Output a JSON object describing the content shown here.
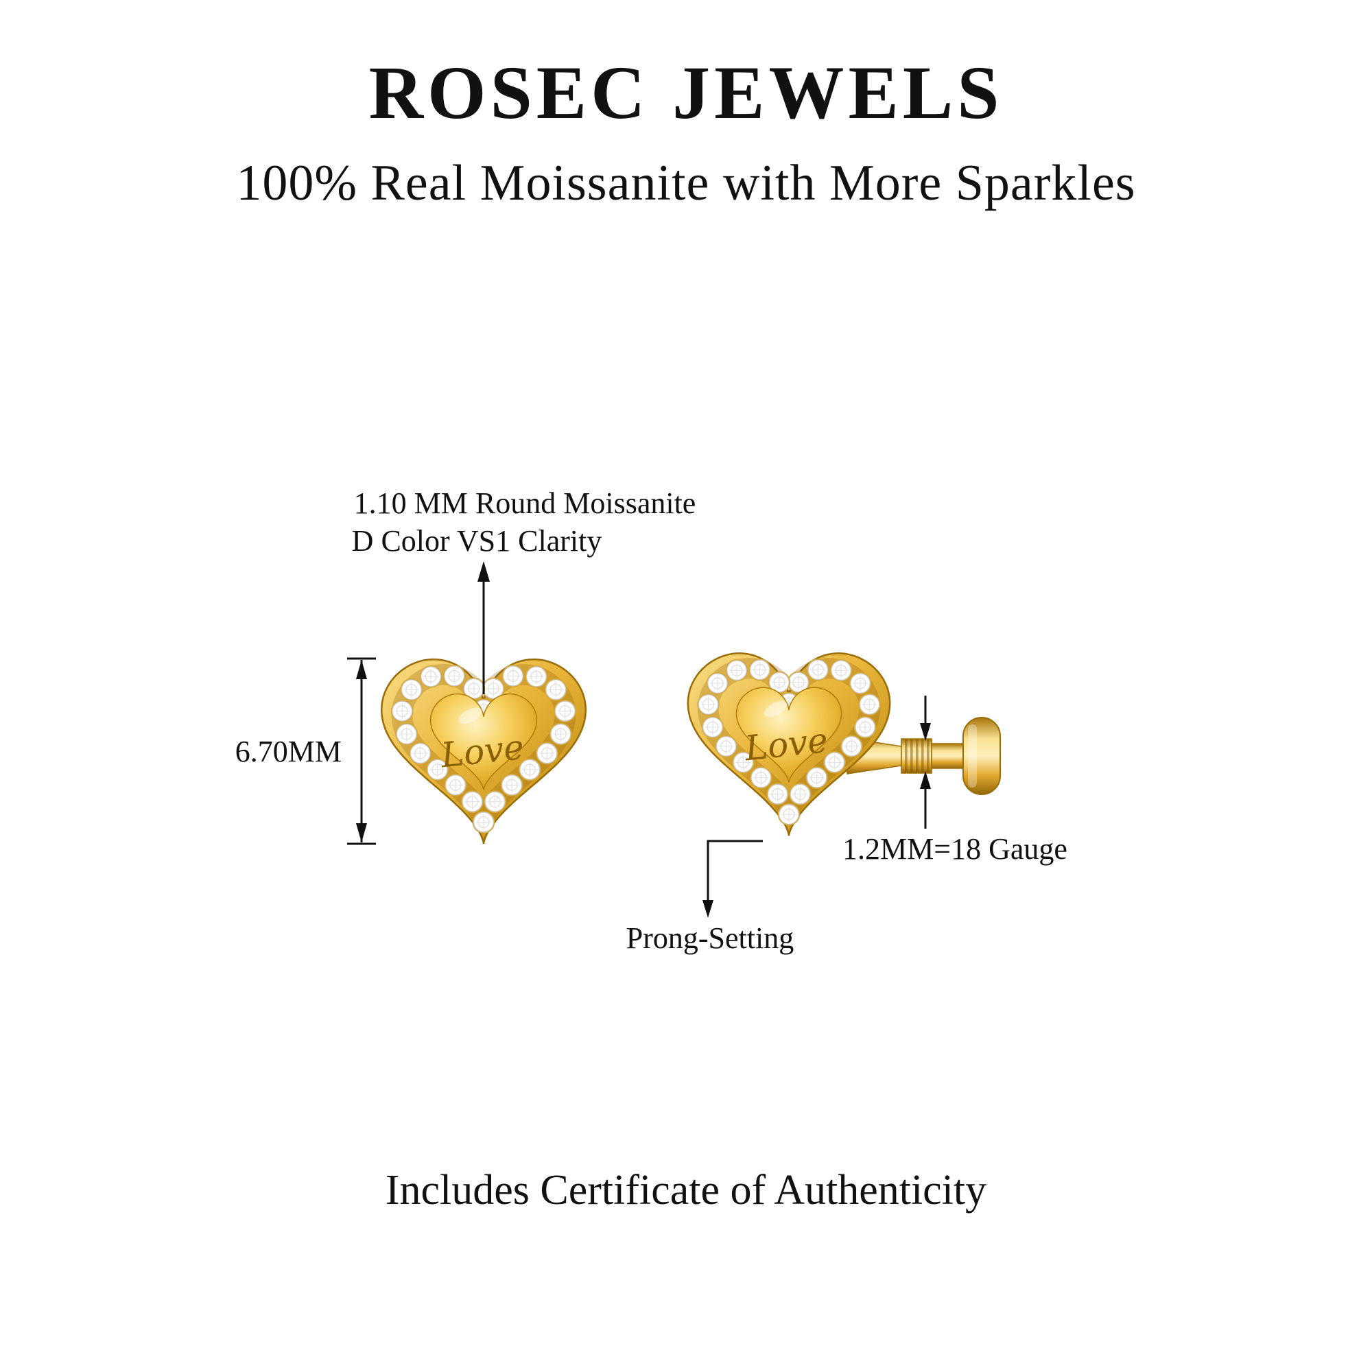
{
  "header": {
    "brand": "ROSEC JEWELS",
    "tagline": "100% Real Moissanite with More Sparkles"
  },
  "annotations": {
    "stone_line1": "1.10 MM Round Moissanite",
    "stone_line2": "D Color VS1 Clarity",
    "height_dimension": "6.70MM",
    "post_gauge": "1.2MM=18 Gauge",
    "setting": "Prong-Setting"
  },
  "earring": {
    "engraving": "Love"
  },
  "footer": {
    "certificate": "Includes Certificate of Authenticity"
  },
  "colors": {
    "gold_light": "#F8DD85",
    "gold_mid": "#E9B53A",
    "gold_dark": "#B5820A",
    "stone_white": "#FFFFFF",
    "text": "#111111",
    "background": "#FFFFFF"
  }
}
